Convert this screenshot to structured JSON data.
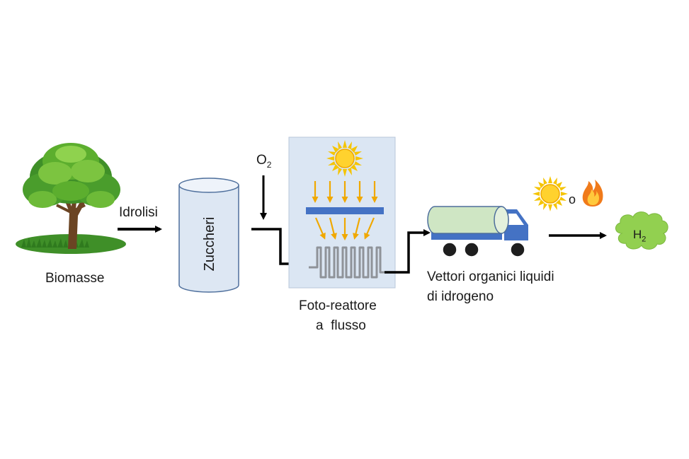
{
  "labels": {
    "biomass": "Biomasse",
    "hydrolysis": "Idrolisi",
    "sugars": "Zuccheri",
    "oxygen_base": "O",
    "oxygen_sub": "2",
    "reactor_line1": "Foto-reattore",
    "reactor_line2": "a  flusso",
    "carriers_line1": "Vettori organici liquidi",
    "carriers_line2": "di idrogeno",
    "or": "o",
    "hydrogen_base": "H",
    "hydrogen_sub": "2"
  },
  "colors": {
    "tree_canopy": "#5cae2e",
    "tank_fill": "#dde7f3",
    "tank_stroke": "#4e6f9c",
    "reactor_bg": "#dbe6f3",
    "sun": "#f5c400",
    "light_arrows": "#f0a800",
    "plate": "#4472c4",
    "coil": "#8f9399",
    "truck_body": "#4472c4",
    "truck_tank": "#cfe6c4",
    "cloud": "#92d050",
    "arrow": "#000000"
  },
  "icons": {
    "tree": "tree-icon",
    "sun": "sun-icon",
    "flame": "flame-icon",
    "truck": "tanker-truck-icon",
    "cloud": "cloud-icon"
  }
}
